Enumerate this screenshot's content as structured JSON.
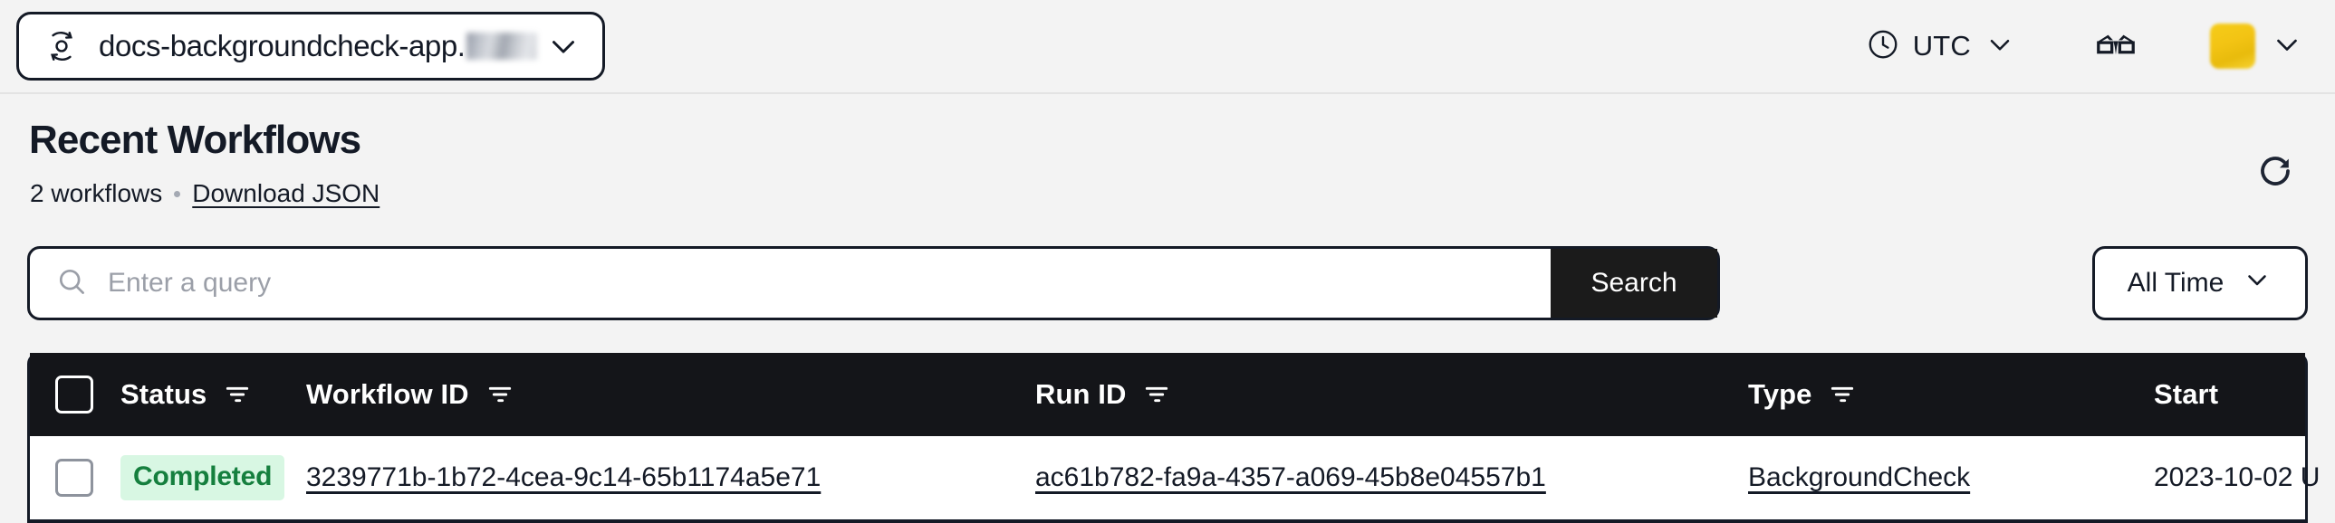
{
  "topbar": {
    "namespace_label": "docs-backgroundcheck-app.",
    "namespace_icon": "temporal-logo-icon",
    "namespace_chevron": "chevron-down-icon",
    "timezone_icon": "clock-icon",
    "timezone_label": "UTC",
    "timezone_chevron": "chevron-down-icon",
    "codec_icon": "3d-glasses-icon",
    "avatar_name": "user-avatar",
    "avatar_color": "#f5cc19",
    "avatar_chevron": "chevron-down-icon"
  },
  "page": {
    "title": "Recent Workflows",
    "count_label": "2 workflows",
    "separator": "•",
    "download_label": "Download JSON",
    "refresh_icon": "refresh-icon"
  },
  "search": {
    "icon": "search-icon",
    "placeholder": "Enter a query",
    "value": "",
    "button_label": "Search",
    "time_filter_value": "All Time",
    "time_filter_chevron": "chevron-down-icon"
  },
  "table": {
    "header_bg": "#141519",
    "select_all_checkbox": "select-all",
    "columns": [
      {
        "label": "Status",
        "filterable": true
      },
      {
        "label": "Workflow ID",
        "filterable": true
      },
      {
        "label": "Run ID",
        "filterable": true
      },
      {
        "label": "Type",
        "filterable": true
      },
      {
        "label": "Start",
        "filterable": false
      }
    ],
    "rows": [
      {
        "status": "Completed",
        "status_bg": "#d8f7e3",
        "status_color": "#157f3e",
        "workflow_id": "3239771b-1b72-4cea-9c14-65b1174a5e71",
        "run_id": "ac61b782-fa9a-4357-a069-45b8e04557b1",
        "type": "BackgroundCheck",
        "start": "2023-10-02 U"
      }
    ]
  }
}
